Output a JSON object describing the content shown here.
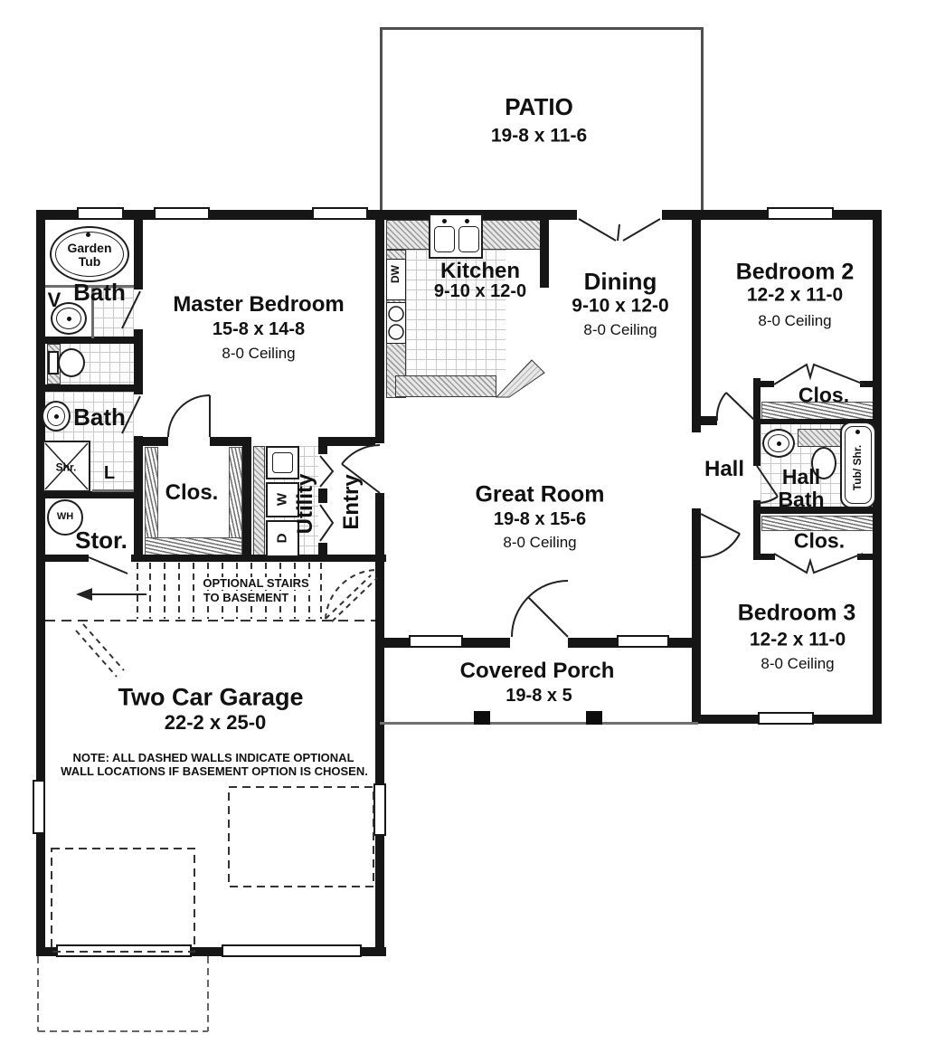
{
  "patio": {
    "name": "PATIO",
    "dims": "19-8 x 11-6"
  },
  "master": {
    "name": "Master Bedroom",
    "dims": "15-8 x 14-8",
    "ceiling": "8-0 Ceiling"
  },
  "kitchen": {
    "name": "Kitchen",
    "dims": "9-10 x 12-0"
  },
  "dining": {
    "name": "Dining",
    "dims": "9-10 x 12-0",
    "ceiling": "8-0 Ceiling"
  },
  "great_room": {
    "name": "Great Room",
    "dims": "19-8 x 15-6",
    "ceiling": "8-0 Ceiling"
  },
  "bedroom2": {
    "name": "Bedroom 2",
    "dims": "12-2 x 11-0",
    "ceiling": "8-0 Ceiling"
  },
  "bedroom3": {
    "name": "Bedroom 3",
    "dims": "12-2 x 11-0",
    "ceiling": "8-0 Ceiling"
  },
  "porch": {
    "name": "Covered Porch",
    "dims": "19-8 x 5"
  },
  "garage": {
    "name": "Two Car Garage",
    "dims": "22-2 x 25-0"
  },
  "hall": {
    "name": "Hall"
  },
  "hall_bath": {
    "name": "Hall Bath"
  },
  "labels": {
    "garden_tub": "Garden Tub",
    "bath_master": "Bath",
    "bath_second": "Bath",
    "vanity": "V",
    "shower": "Shr.",
    "linen": "L",
    "water_heater": "WH",
    "storage": "Stor.",
    "closet_master": "Clos.",
    "closet_bedroom2": "Clos.",
    "closet_bedroom3": "Clos.",
    "utility": "Utility",
    "entry": "Entry",
    "washer": "W",
    "dryer": "D",
    "dishwasher": "DW",
    "tub_shower": "Tub/ Shr."
  },
  "notes": {
    "stairs_line1": "OPTIONAL STAIRS",
    "stairs_line2": "TO BASEMENT",
    "basement_line1": "NOTE:  ALL DASHED WALLS INDICATE OPTIONAL",
    "basement_line2": "WALL LOCATIONS IF BASEMENT OPTION IS CHOSEN."
  },
  "colors": {
    "wall": "#161616",
    "counter_fill": "#e8e8e8",
    "counter_hatch": "#9d9d9d",
    "tile_grid": "#c9c9c9",
    "dashed": "#333333"
  }
}
